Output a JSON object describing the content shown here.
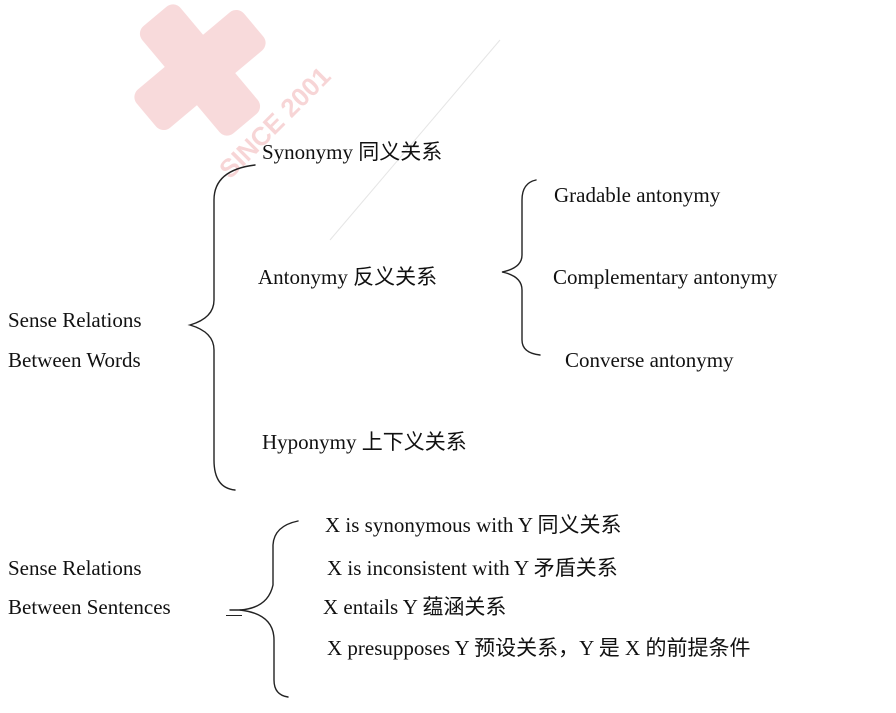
{
  "watermark": {
    "logo": "cross-logo",
    "text": "SINCE 2001",
    "color": "#e35a60"
  },
  "word_relations": {
    "root": [
      "Sense Relations",
      "Between Words"
    ],
    "synonymy": "Synonymy 同义关系",
    "antonymy": "Antonymy 反义关系",
    "antonymy_types": [
      "Gradable antonymy",
      "Complementary antonymy",
      "Converse antonymy"
    ],
    "hyponymy": "Hyponymy 上下义关系"
  },
  "sentence_relations": {
    "root": [
      "Sense Relations",
      "Between Sentences"
    ],
    "items": [
      "X is synonymous with Y  同义关系",
      "X is inconsistent with Y  矛盾关系",
      "X entails Y 蕴涵关系",
      "X presupposes Y 预设关系，Y 是 X 的前提条件"
    ]
  }
}
